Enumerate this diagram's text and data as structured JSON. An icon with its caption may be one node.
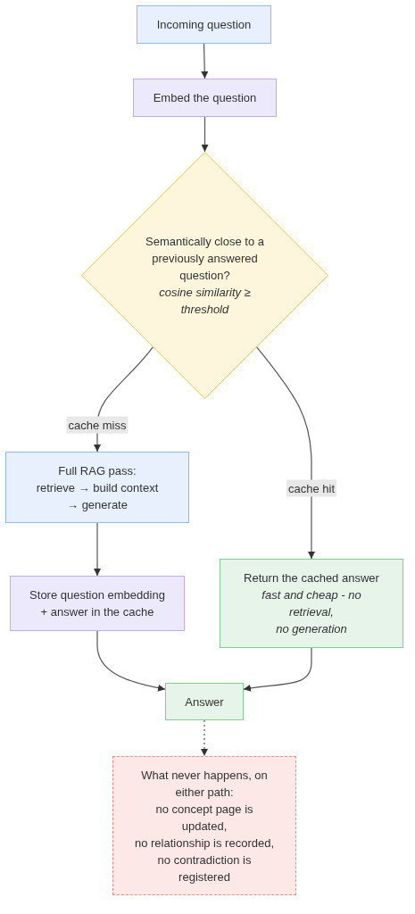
{
  "diagram": {
    "nodes": [
      {
        "text": [
          "Incoming question"
        ]
      },
      {
        "text": [
          "Embed the question"
        ]
      },
      {
        "text": [
          "Semantically close to a previously answered question?",
          "cosine similarity ≥ threshold"
        ]
      },
      {
        "text": [
          "Full RAG pass:",
          "retrieve → build context → generate"
        ]
      },
      {
        "text": [
          "Store question embedding",
          "+ answer in the cache"
        ]
      },
      {
        "text": [
          "Return the cached answer",
          "fast and cheap - no retrieval,",
          "no generation"
        ]
      },
      {
        "text": [
          "Answer"
        ]
      },
      {
        "text": [
          "What never happens, on either path:",
          "no concept page is updated,",
          "no relationship is recorded,",
          "no contradiction is registered"
        ]
      }
    ],
    "edges": [
      {
        "from": 0,
        "to": 1,
        "arrow": "to"
      },
      {
        "from": 1,
        "to": 2,
        "arrow": "to"
      },
      {
        "from": 2,
        "to": 3,
        "arrow": "to",
        "label": "cache miss"
      },
      {
        "from": 2,
        "to": 5,
        "arrow": "to",
        "label": "cache hit"
      },
      {
        "from": 3,
        "to": 4,
        "arrow": "to"
      },
      {
        "from": 4,
        "to": 6,
        "arrow": "to"
      },
      {
        "from": 5,
        "to": 6,
        "arrow": "to"
      },
      {
        "from": 6,
        "to": 7,
        "arrow": "to",
        "style": "dashed"
      }
    ]
  }
}
